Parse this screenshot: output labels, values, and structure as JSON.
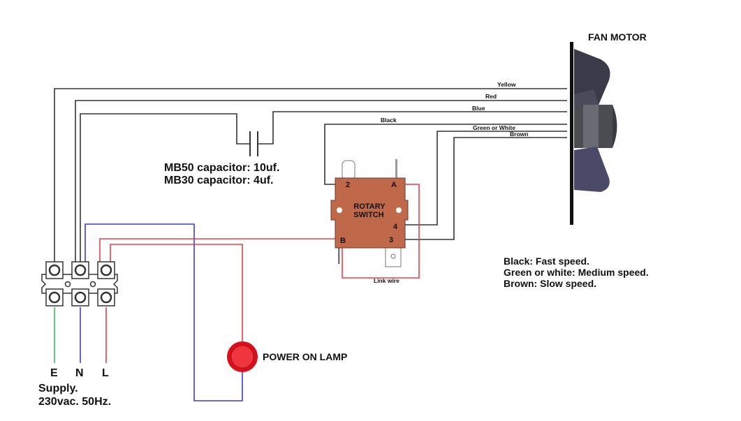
{
  "title": "FAN MOTOR",
  "wire_labels": {
    "yellow": "Yellow",
    "red": "Red",
    "blue": "Blue",
    "black": "Black",
    "green": "Green or White",
    "brown": "Brown",
    "link": "Link wire"
  },
  "capacitor": {
    "line1": "MB50 capacitor: 10uf.",
    "line2": "MB30 capacitor: 4uf."
  },
  "switch": {
    "name_line1": "ROTARY",
    "name_line2": "SWITCH",
    "terminals": [
      "2",
      "A",
      "4",
      "3",
      "B"
    ]
  },
  "lamp_label": "POWER ON LAMP",
  "supply": {
    "terminals": [
      "E",
      "N",
      "L"
    ],
    "line1": "Supply.",
    "line2": "230vac. 50Hz."
  },
  "speed_legend": [
    "Black: Fast speed.",
    "Green or white: Medium speed.",
    "Brown: Slow speed."
  ],
  "colors": {
    "wire_dark": "#333333",
    "wire_red": "#e8404a",
    "wire_blue": "#3b3bd0",
    "wire_green": "#3cc060",
    "switch_body": "#c0684a",
    "lamp": "#e8202a",
    "fan": "#3a3a48"
  }
}
